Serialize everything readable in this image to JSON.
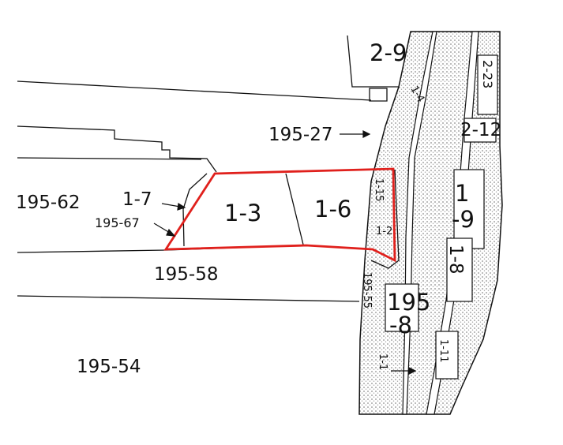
{
  "map": {
    "highlight_color": "#e0201c",
    "line_color": "#111111",
    "hatch_color": "#9a9a9a",
    "parcels": {
      "p_1_3": "1-3",
      "p_1_6": "1-6",
      "p_1_7": "1-7",
      "p_1_15": "1-15",
      "p_1_2": "1-2",
      "p_1_9_top": "1",
      "p_1_9_bottom": "-9",
      "p_195_62": "195-62",
      "p_195_67": "195-67",
      "p_195_58": "195-58",
      "p_195_54": "195-54",
      "p_195_27": "195-27",
      "p_195_55": "195-55",
      "p_195_8_top": "195",
      "p_195_8_bottom": "-8",
      "p_2_9": "2-9",
      "p_2_23": "2-23",
      "p_2_12": "2-12",
      "p_1_8": "1-8",
      "p_1_1": "1-1",
      "p_1_4": "1-4",
      "p_1_11": "1-11"
    }
  }
}
